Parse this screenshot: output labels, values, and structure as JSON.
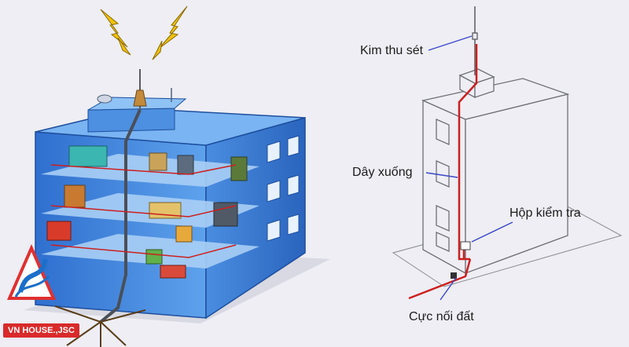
{
  "labels": {
    "air_terminal": "Kim thu sét",
    "down_conductor": "Dây xuống",
    "test_box": "Hộp kiểm tra",
    "earth_termination": "Cực nối đất"
  },
  "brand": {
    "name": "VN HOUSE.,JSC"
  },
  "colors": {
    "conductor": "#cc1f1f",
    "pointer": "#3b47c8",
    "building_blue": "#3f83d8",
    "lightning": "#f2c20a",
    "outline": "#6f6f78"
  },
  "icons": [
    "lightning-bolt-icon",
    "lightning-bolt-icon",
    "company-logo-icon"
  ]
}
